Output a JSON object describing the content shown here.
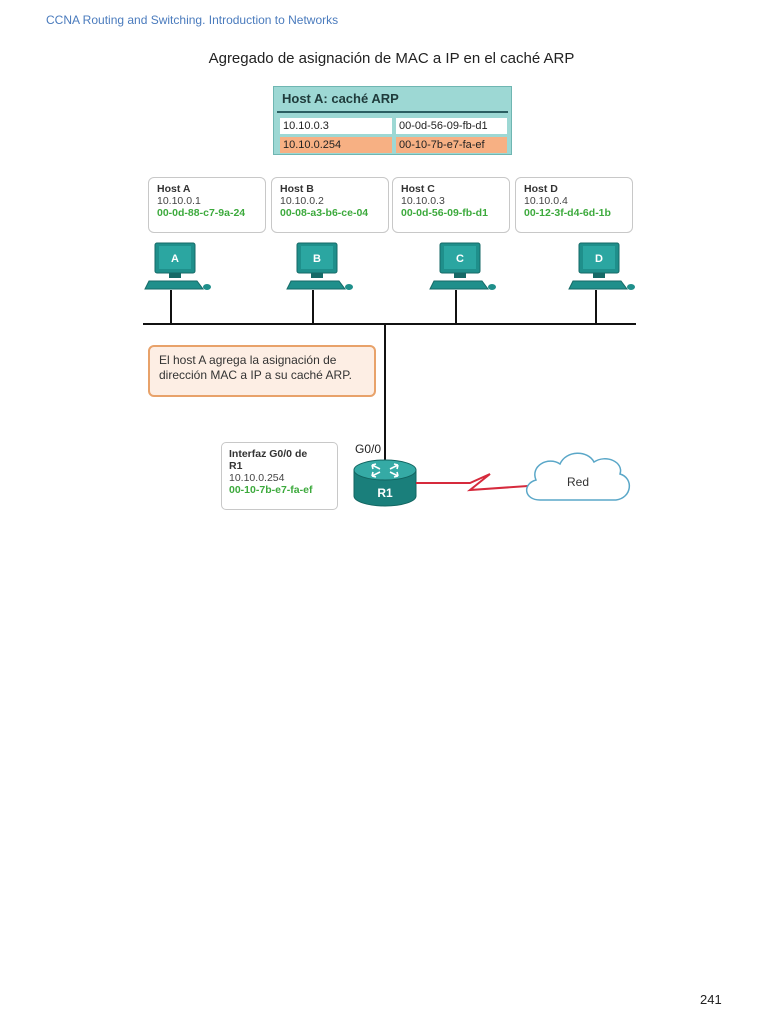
{
  "header": {
    "text": "CCNA Routing and Switching. Introduction to Networks"
  },
  "figure": {
    "title": "Agregado de asignación de MAC a IP en el caché ARP"
  },
  "arp_cache": {
    "title": "Host A: caché ARP",
    "rows": [
      {
        "ip": "10.10.0.3",
        "mac": "00-0d-56-09-fb-d1"
      },
      {
        "ip": "10.10.0.254",
        "mac": "00-10-7b-e7-fa-ef"
      }
    ],
    "highlight_color": "#f7b083"
  },
  "hosts": [
    {
      "name": "Host A",
      "ip": "10.10.0.1",
      "mac": "00-0d-88-c7-9a-24",
      "letter": "A"
    },
    {
      "name": "Host B",
      "ip": "10.10.0.2",
      "mac": "00-08-a3-b6-ce-04",
      "letter": "B"
    },
    {
      "name": "Host C",
      "ip": "10.10.0.3",
      "mac": "00-0d-56-09-fb-d1",
      "letter": "C"
    },
    {
      "name": "Host D",
      "ip": "10.10.0.4",
      "mac": "00-12-3f-d4-6d-1b",
      "letter": "D"
    }
  ],
  "callout": {
    "text_line1": "El host A agrega la asignación de",
    "text_line2": "dirección MAC a IP a su caché ARP."
  },
  "router": {
    "interface_label": "G0/0",
    "name": "R1",
    "card_line1": "Interfaz G0/0 de",
    "card_line2": "R1",
    "ip": "10.10.0.254",
    "mac": "00-10-7b-e7-fa-ef"
  },
  "cloud": {
    "label": "Red"
  },
  "colors": {
    "mac_green": "#3daa3d",
    "pc_teal": "#1f8f8b",
    "wan_link": "#d62a3c"
  },
  "page_number": "241"
}
